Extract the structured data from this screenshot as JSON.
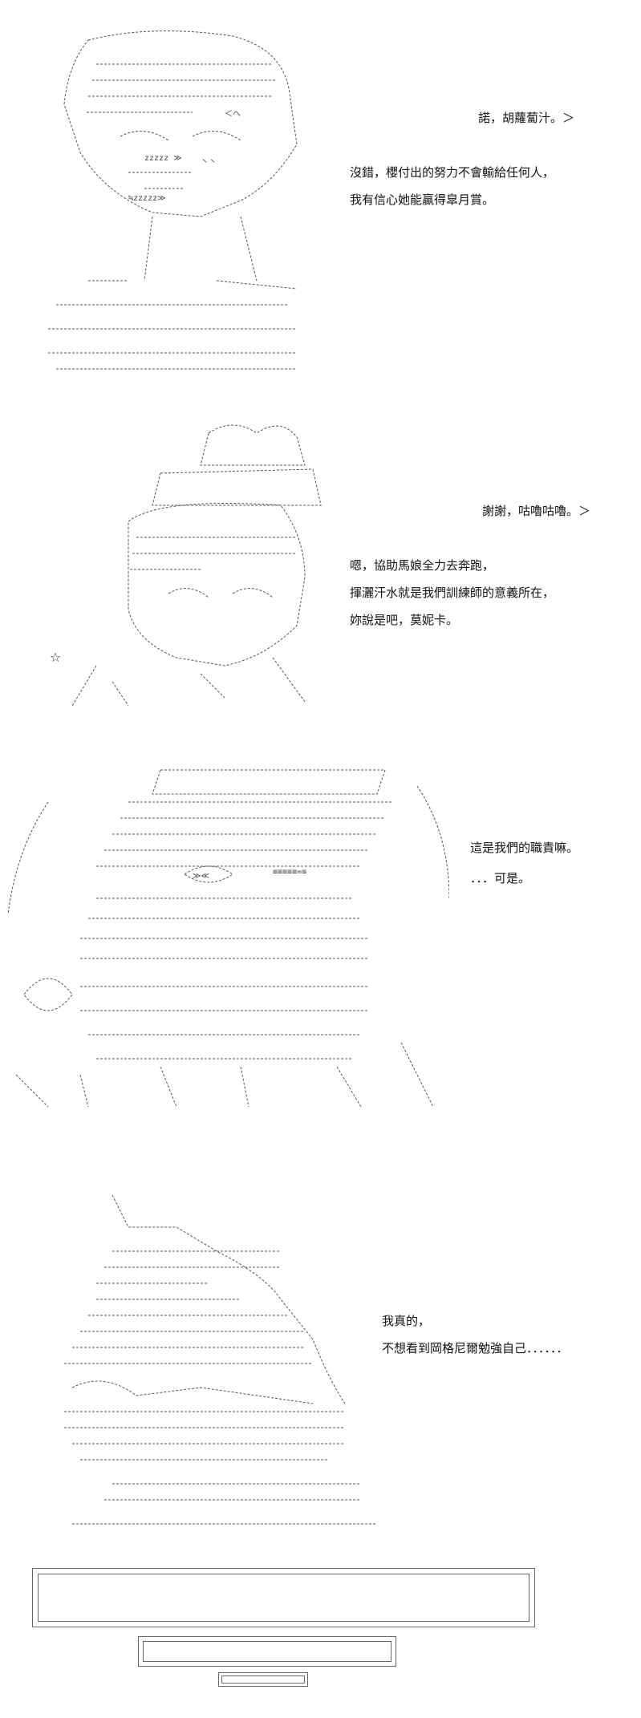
{
  "panels": [
    {
      "id": "panel-1",
      "lines": [
        "諾，胡蘿蔔汁。＞",
        "",
        "沒錯，櫻付出的努力不會輸給任何人，",
        "我有信心她能贏得皐月賞。"
      ]
    },
    {
      "id": "panel-2",
      "lines": [
        "謝謝，咕嚕咕嚕。＞",
        "",
        "嗯，協助馬娘全力去奔跑，",
        "揮灑汗水就是我們訓練師的意義所在，",
        "妳說是吧，莫妮卡。"
      ]
    },
    {
      "id": "panel-3",
      "lines": [
        "這是我們的職責嘛。",
        "．．．可是。"
      ]
    },
    {
      "id": "panel-4",
      "lines": [
        "我真的，",
        "不想看到岡格尼爾勉強自己．．．．．．"
      ]
    }
  ],
  "decor": {
    "star": "☆"
  }
}
